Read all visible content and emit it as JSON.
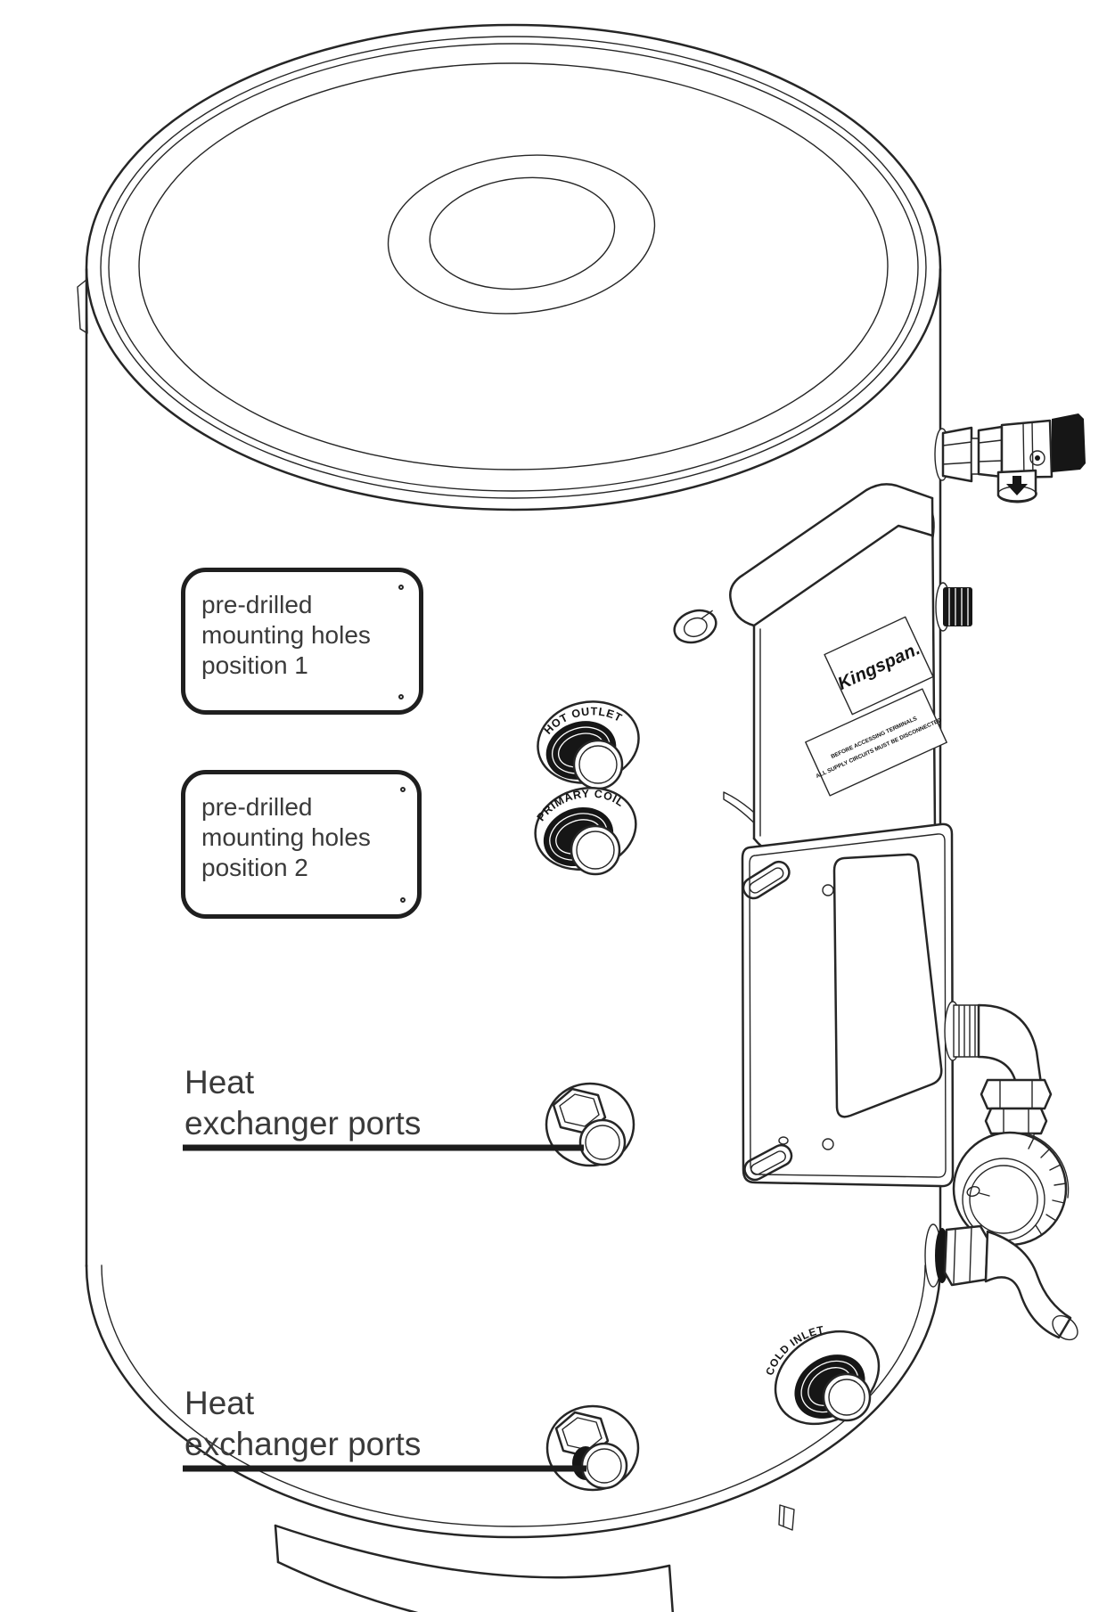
{
  "colors": {
    "line": "#262626",
    "dark_fill": "#161616",
    "label_text": "#3a3a3a",
    "marking_text": "#141414",
    "background": "#ffffff"
  },
  "callouts": [
    {
      "lines": [
        "pre-drilled",
        "mounting holes",
        "position 1"
      ]
    },
    {
      "lines": [
        "pre-drilled",
        "mounting holes",
        "position 2"
      ]
    }
  ],
  "labels": {
    "heat_exchanger_top": {
      "lines": [
        "Heat",
        "exchanger ports"
      ]
    },
    "heat_exchanger_bottom": {
      "lines": [
        "Heat",
        "exchanger ports"
      ]
    }
  },
  "port_markings": {
    "hot_outlet": "HOT OUTLET",
    "primary_coil": "PRIMARY COIL",
    "cold_inlet": "COLD INLET"
  },
  "control_box": {
    "brand": "Kingspan.",
    "warning_lines": [
      "BEFORE ACCESSING TERMINALS",
      "ALL SUPPLY CIRCUITS MUST BE DISCONNECTED"
    ]
  }
}
